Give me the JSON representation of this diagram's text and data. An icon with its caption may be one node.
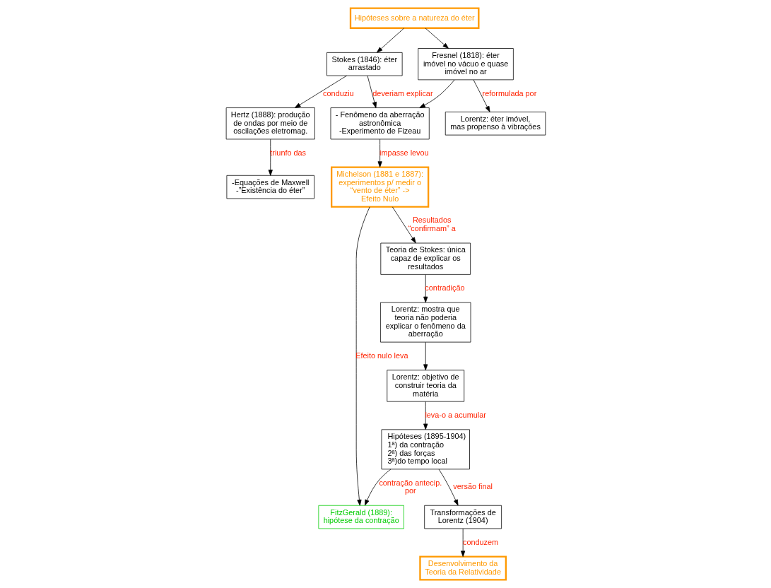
{
  "diagram": {
    "nodes": [
      {
        "text": [
          "Hipóteses sobre a natureza do éter"
        ]
      },
      {
        "text": [
          "Hertz (1888): produção de ondas por meio de oscilações eletromag."
        ]
      },
      {
        "text": [
          "Stokes (1846): éter arrastado"
        ]
      },
      {
        "text": [
          "Fresnel (1818): éter imóvel no vácuo e quase imóvel no ar"
        ]
      },
      {
        "text": [
          "-Equações de Maxwell",
          "-”Existência do éter”"
        ]
      },
      {
        "text": [
          "- Fenômeno da aberração astronômica",
          "-Experimento de Fizeau"
        ]
      },
      {
        "text": [
          "Lorentz: éter imóvel, mas propenso à vibrações"
        ]
      },
      {
        "text": [
          "Michelson (1881 e 1887): experimentos p/ medir o “vento de éter” -> Efeito Nulo"
        ]
      },
      {
        "text": [
          "FitzGerald (1889): hipótese da contração"
        ]
      },
      {
        "text": [
          "Teoria de Stokes: única capaz de explicar os resultados"
        ]
      },
      {
        "text": [
          "Lorentz: objetivo de construir teoria da matéria"
        ]
      },
      {
        "text": [
          "Lorentz: mostra que teoria não poderia explicar o fenômeno da aberração"
        ]
      },
      {
        "text": [
          "Transformações de Lorentz (1904)"
        ]
      },
      {
        "text": [
          "Hipóteses (1895-1904)",
          "1ª) da contração",
          "2ª) das forças",
          "3ª)do tempo local"
        ]
      },
      {
        "text": [
          "Desenvolvimento da Teoria da Relatividade"
        ]
      }
    ],
    "edges": [
      {
        "from": 0,
        "to": 2,
        "arrow": "to"
      },
      {
        "from": 0,
        "to": 3,
        "arrow": "to"
      },
      {
        "from": 2,
        "to": 1,
        "arrow": "to",
        "label": "conduziu"
      },
      {
        "from": 1,
        "to": 4,
        "arrow": "to",
        "label": "triunfo das"
      },
      {
        "from": 2,
        "to": 5,
        "arrow": "to",
        "label": "deveriam explicar"
      },
      {
        "from": 3,
        "to": 5,
        "arrow": "to"
      },
      {
        "from": 3,
        "to": 6,
        "arrow": "to",
        "label": "reformulada por"
      },
      {
        "from": 5,
        "to": 7,
        "arrow": "to",
        "label": "impasse levou"
      },
      {
        "from": 7,
        "to": 9,
        "arrow": "to",
        "label": "Resultados “confirmam” a"
      },
      {
        "from": 7,
        "to": 8,
        "arrow": "to",
        "label": "Efeito nulo leva"
      },
      {
        "from": 9,
        "to": 11,
        "arrow": "to",
        "label": "contradição"
      },
      {
        "from": 11,
        "to": 10,
        "arrow": "to"
      },
      {
        "from": 10,
        "to": 13,
        "arrow": "to",
        "label": "leva-o a acumular"
      },
      {
        "from": 13,
        "to": 8,
        "arrow": "to",
        "label": "contração antecip. por"
      },
      {
        "from": 13,
        "to": 12,
        "arrow": "to",
        "label": "versão final"
      },
      {
        "from": 12,
        "to": 14,
        "arrow": "to",
        "label": "conduzem"
      }
    ]
  }
}
